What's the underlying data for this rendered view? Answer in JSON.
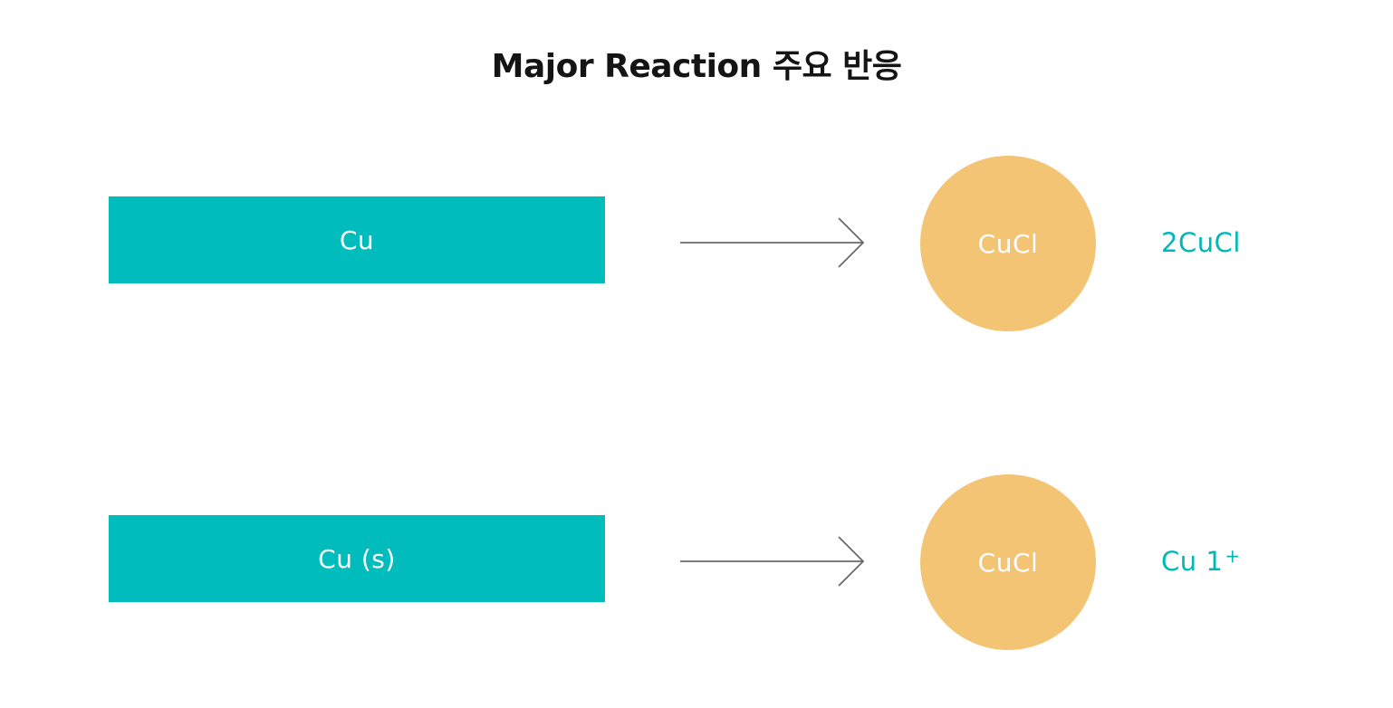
{
  "title": "Major Reaction 주요 반응",
  "colors": {
    "reactant_fill": "#00bcbd",
    "product_fill": "#f3c473",
    "label_text": "#00b7b8",
    "arrow_stroke": "#6a6a6a",
    "title_text": "#141414"
  },
  "reactions": [
    {
      "reactant": "Cu",
      "product": "CuCl",
      "label": "2CuCl",
      "label_superscript": ""
    },
    {
      "reactant": "Cu (s)",
      "product": "CuCl",
      "label": "Cu 1",
      "label_superscript": "+"
    }
  ]
}
